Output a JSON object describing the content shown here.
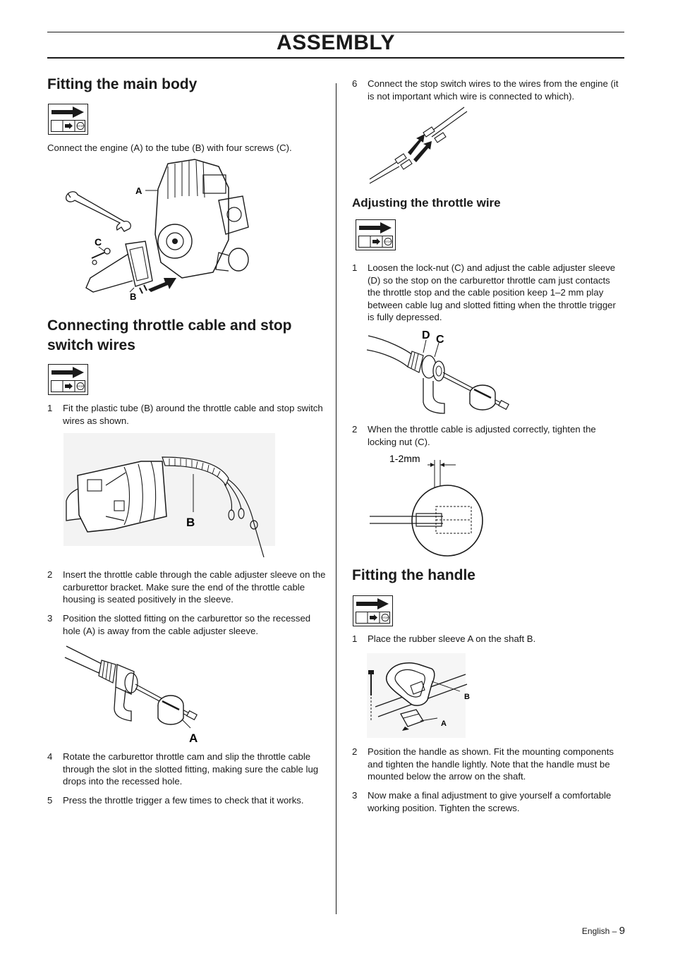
{
  "page": {
    "title": "ASSEMBLY",
    "footer_language": "English",
    "footer_dash": "–",
    "page_number": "9"
  },
  "left": {
    "main_body": {
      "heading": "Fitting the main body",
      "text": "Connect the engine (A) to the tube (B) with four screws (C).",
      "labels": {
        "a": "A",
        "b": "B",
        "c": "C"
      }
    },
    "throttle": {
      "heading_line1": "Connecting throttle cable and stop",
      "heading_line2": "switch wires",
      "fig1_label": "B",
      "fig2_label": "A",
      "steps": [
        {
          "num": "1",
          "text": "Fit the plastic tube (B) around the throttle cable and stop switch wires as shown."
        },
        {
          "num": "2",
          "text": "Insert the throttle cable through the cable adjuster sleeve on the carburettor bracket. Make sure the end of the throttle cable housing is seated positively in the sleeve."
        },
        {
          "num": "3",
          "text": "Position the slotted fitting on the carburettor so the recessed hole (A) is away from the cable adjuster sleeve."
        },
        {
          "num": "4",
          "text": "Rotate the carburettor throttle cam and slip the throttle cable through the slot in the slotted fitting, making sure the cable lug drops into the recessed hole."
        },
        {
          "num": "5",
          "text": "Press the throttle trigger a few times to check that it works."
        }
      ]
    }
  },
  "right": {
    "step6": {
      "num": "6",
      "text": "Connect the stop switch wires to the wires from the engine (it is not important which wire is connected to which)."
    },
    "adjust": {
      "heading": "Adjusting the throttle wire",
      "labels": {
        "d": "D",
        "c": "C",
        "play": "1-2mm"
      },
      "steps": [
        {
          "num": "1",
          "text": "Loosen the lock-nut (C) and adjust the cable adjuster sleeve (D) so the stop on the carburettor throttle cam just contacts the throttle stop and the cable position keep 1–2 mm play between cable lug and slotted fitting when the throttle trigger is fully depressed."
        },
        {
          "num": "2",
          "text": "When the throttle cable is adjusted correctly, tighten the locking nut (C)."
        }
      ]
    },
    "handle": {
      "heading": "Fitting the handle",
      "labels": {
        "a": "A",
        "b": "B"
      },
      "steps": [
        {
          "num": "1",
          "text": "Place the rubber sleeve A on the shaft B."
        },
        {
          "num": "2",
          "text": "Position the handle as shown. Fit the mounting components and tighten the handle lightly. Note that the handle must be mounted below the arrow on the shaft."
        },
        {
          "num": "3",
          "text": "Now make a final adjustment to give yourself a comfortable working position. Tighten the screws."
        }
      ]
    }
  },
  "icons": {
    "symbol": "assembly-instruction-symbol",
    "arrow": "right-arrow-icon",
    "stop": "stop-icon"
  },
  "symbol_stop_text": "STOP"
}
